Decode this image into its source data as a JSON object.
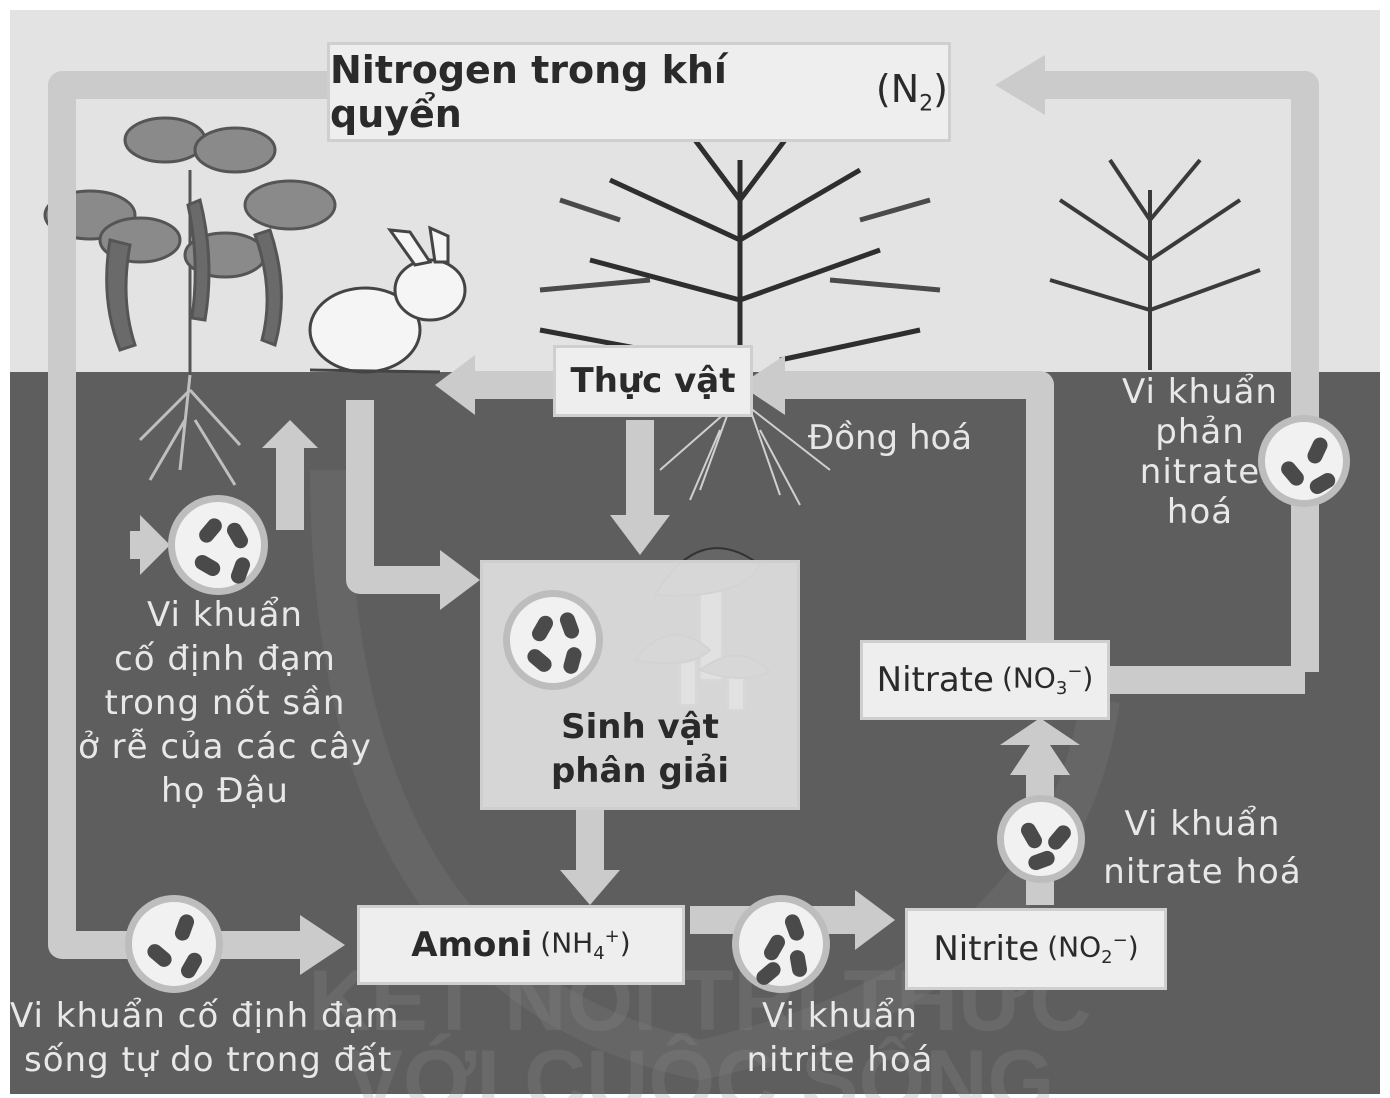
{
  "diagram": {
    "atmosphere_box": {
      "main": "Nitrogen trong khí quyển",
      "formula": "(N",
      "sub": "2",
      "close": ")"
    },
    "plants_box": "Thực vật",
    "assimilation_label": "Đồng hoá",
    "denitrifying_label": [
      "Vi khuẩn",
      "phản",
      "nitrate",
      "hoá"
    ],
    "legume_bacteria_label": [
      "Vi khuẩn",
      "cố định đạm",
      "trong nốt sần",
      "ở rễ của các cây",
      "họ Đậu"
    ],
    "decomposers_label": [
      "Sinh vật",
      "phân giải"
    ],
    "nitrate_box": {
      "name": "Nitrate",
      "formula": "(NO",
      "sub": "3",
      "sup": "−",
      "close": ")"
    },
    "nitrifying_label": [
      "Vi khuẩn",
      "nitrate hoá"
    ],
    "ammonium_box": {
      "name": "Amoni",
      "formula": "(NH",
      "sub": "4",
      "sup": "+",
      "close": ")"
    },
    "nitrite_box": {
      "name": "Nitrite",
      "formula": "(NO",
      "sub": "2",
      "sup": "−",
      "close": ")"
    },
    "free_living_label": [
      "Vi khuẩn cố định đạm",
      "sống tự do trong đất"
    ],
    "nitrite_bacteria_label": [
      "Vi khuẩn",
      "nitrite hoá"
    ],
    "watermark": [
      "KẾT NỐI TRI THỨC",
      "VỚI CUỘC SỐNG"
    ]
  }
}
